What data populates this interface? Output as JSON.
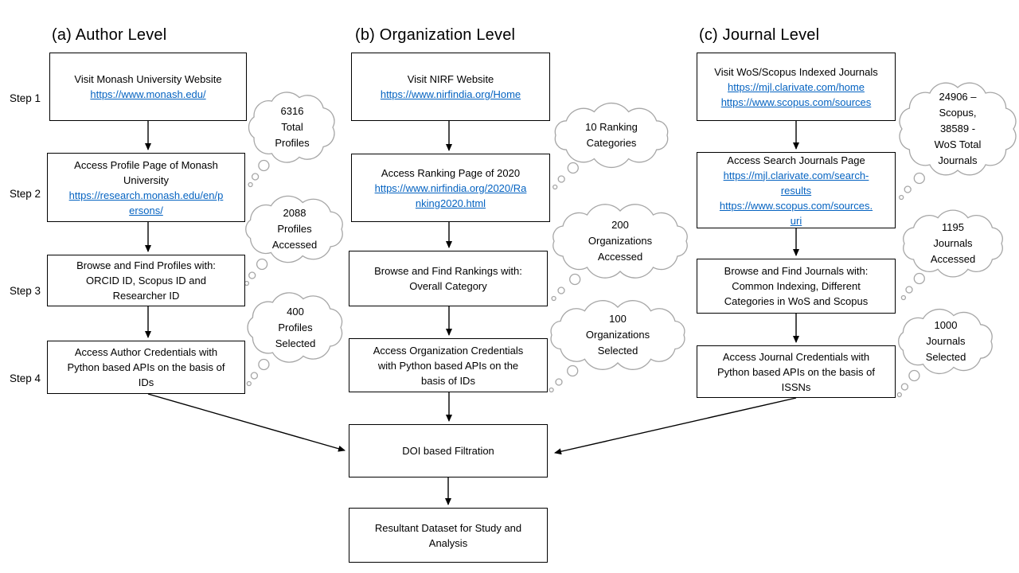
{
  "titles": {
    "author": "(a) Author Level",
    "organization": "(b) Organization Level",
    "journal": "(c) Journal Level"
  },
  "step_labels": [
    "Step 1",
    "Step 2",
    "Step 3",
    "Step 4"
  ],
  "boxes": {
    "author_step1": {
      "lines": [
        {
          "t": "Visit Monash University Website"
        },
        {
          "t": "https://www.monash.edu/",
          "link": true
        }
      ]
    },
    "author_step2": {
      "lines": [
        {
          "t": "Access Profile Page of Monash"
        },
        {
          "t": "University"
        },
        {
          "t": "https://research.monash.edu/en/p",
          "link": true
        },
        {
          "t": "ersons/",
          "link": true
        }
      ]
    },
    "author_step3": {
      "lines": [
        {
          "t": "Browse and Find Profiles with:"
        },
        {
          "t": "ORCID ID, Scopus ID and"
        },
        {
          "t": "Researcher ID"
        }
      ]
    },
    "author_step4": {
      "lines": [
        {
          "t": "Access Author Credentials with"
        },
        {
          "t": "Python based APIs on the basis of"
        },
        {
          "t": "IDs"
        }
      ]
    },
    "org_step1": {
      "lines": [
        {
          "t": "Visit NIRF Website"
        },
        {
          "t": "https://www.nirfindia.org/Home",
          "link": true
        }
      ]
    },
    "org_step2": {
      "lines": [
        {
          "t": "Access Ranking Page of 2020"
        },
        {
          "t": "https://www.nirfindia.org/2020/Ra",
          "link": true
        },
        {
          "t": "nking2020.html",
          "link": true
        }
      ]
    },
    "org_step3": {
      "lines": [
        {
          "t": "Browse and Find Rankings with:"
        },
        {
          "t": "Overall Category"
        }
      ]
    },
    "org_step4": {
      "lines": [
        {
          "t": "Access Organization Credentials"
        },
        {
          "t": "with Python based APIs on the"
        },
        {
          "t": "basis of IDs"
        }
      ]
    },
    "journal_step1": {
      "lines": [
        {
          "t": "Visit WoS/Scopus Indexed Journals"
        },
        {
          "t": "https://mjl.clarivate.com/home",
          "link": true
        },
        {
          "t": "https://www.scopus.com/sources",
          "link": true
        }
      ]
    },
    "journal_step2": {
      "lines": [
        {
          "t": "Access Search Journals Page"
        },
        {
          "t": "https://mjl.clarivate.com/search-",
          "link": true
        },
        {
          "t": "results",
          "link": true
        },
        {
          "t": "https://www.scopus.com/sources.",
          "link": true
        },
        {
          "t": "uri",
          "link": true
        }
      ]
    },
    "journal_step3": {
      "lines": [
        {
          "t": "Browse and Find Journals with:"
        },
        {
          "t": "Common Indexing, Different"
        },
        {
          "t": "Categories in WoS and Scopus"
        }
      ]
    },
    "journal_step4": {
      "lines": [
        {
          "t": "Access Journal Credentials with"
        },
        {
          "t": "Python based APIs on the basis of"
        },
        {
          "t": "ISSNs"
        }
      ]
    },
    "doi_filtration": {
      "lines": [
        {
          "t": "DOI based Filtration"
        }
      ]
    },
    "resultant_dataset": {
      "lines": [
        {
          "t": "Resultant Dataset for Study and"
        },
        {
          "t": "Analysis"
        }
      ]
    }
  },
  "clouds": {
    "author_total": {
      "lines": [
        "6316",
        "Total",
        "Profiles"
      ]
    },
    "author_accessed": {
      "lines": [
        "2088",
        "Profiles",
        "Accessed"
      ]
    },
    "author_selected": {
      "lines": [
        "400",
        "Profiles",
        "Selected"
      ]
    },
    "org_categories": {
      "lines": [
        "10 Ranking",
        "Categories"
      ]
    },
    "org_accessed": {
      "lines": [
        "200",
        "Organizations",
        "Accessed"
      ]
    },
    "org_selected": {
      "lines": [
        "100",
        "Organizations",
        "Selected"
      ]
    },
    "journal_total": {
      "lines": [
        "24906 –",
        "Scopus,",
        "38589 -",
        "WoS Total",
        "Journals"
      ]
    },
    "journal_accessed": {
      "lines": [
        "1195",
        "Journals",
        "Accessed"
      ]
    },
    "journal_selected": {
      "lines": [
        "1000",
        "Journals",
        "Selected"
      ]
    }
  },
  "colors": {
    "link": "#0563C1",
    "box_border": "#000000",
    "cloud_outline": "#a6a6a6"
  }
}
